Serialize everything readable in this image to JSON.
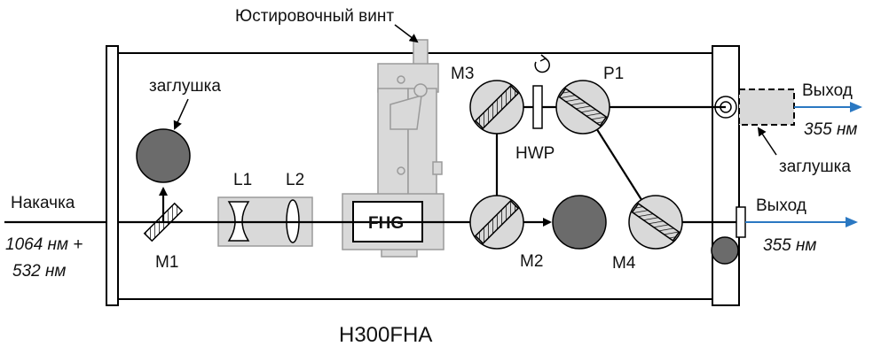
{
  "title": "H300FHA",
  "labels": {
    "adjust_screw": "Юстировочный винт",
    "input": "Накачка",
    "input_wl_1": "1064 нм +",
    "input_wl_2": "532 нм",
    "plug_top": "заглушка",
    "plug_right": "заглушка",
    "output_top": "Выход",
    "output_top_wl": "355 нм",
    "output_bottom": "Выход",
    "output_bottom_wl": "355 нм"
  },
  "components": {
    "m1": "M1",
    "m2": "M2",
    "m3": "M3",
    "m4": "M4",
    "p1": "P1",
    "l1": "L1",
    "l2": "L2",
    "hwp": "HWP",
    "fhg": "FHG"
  },
  "colors": {
    "beam": "#000000",
    "output_arrow": "#2a78c2",
    "module_fill": "#d9d9d9",
    "stop_fill": "#6b6b6b"
  }
}
